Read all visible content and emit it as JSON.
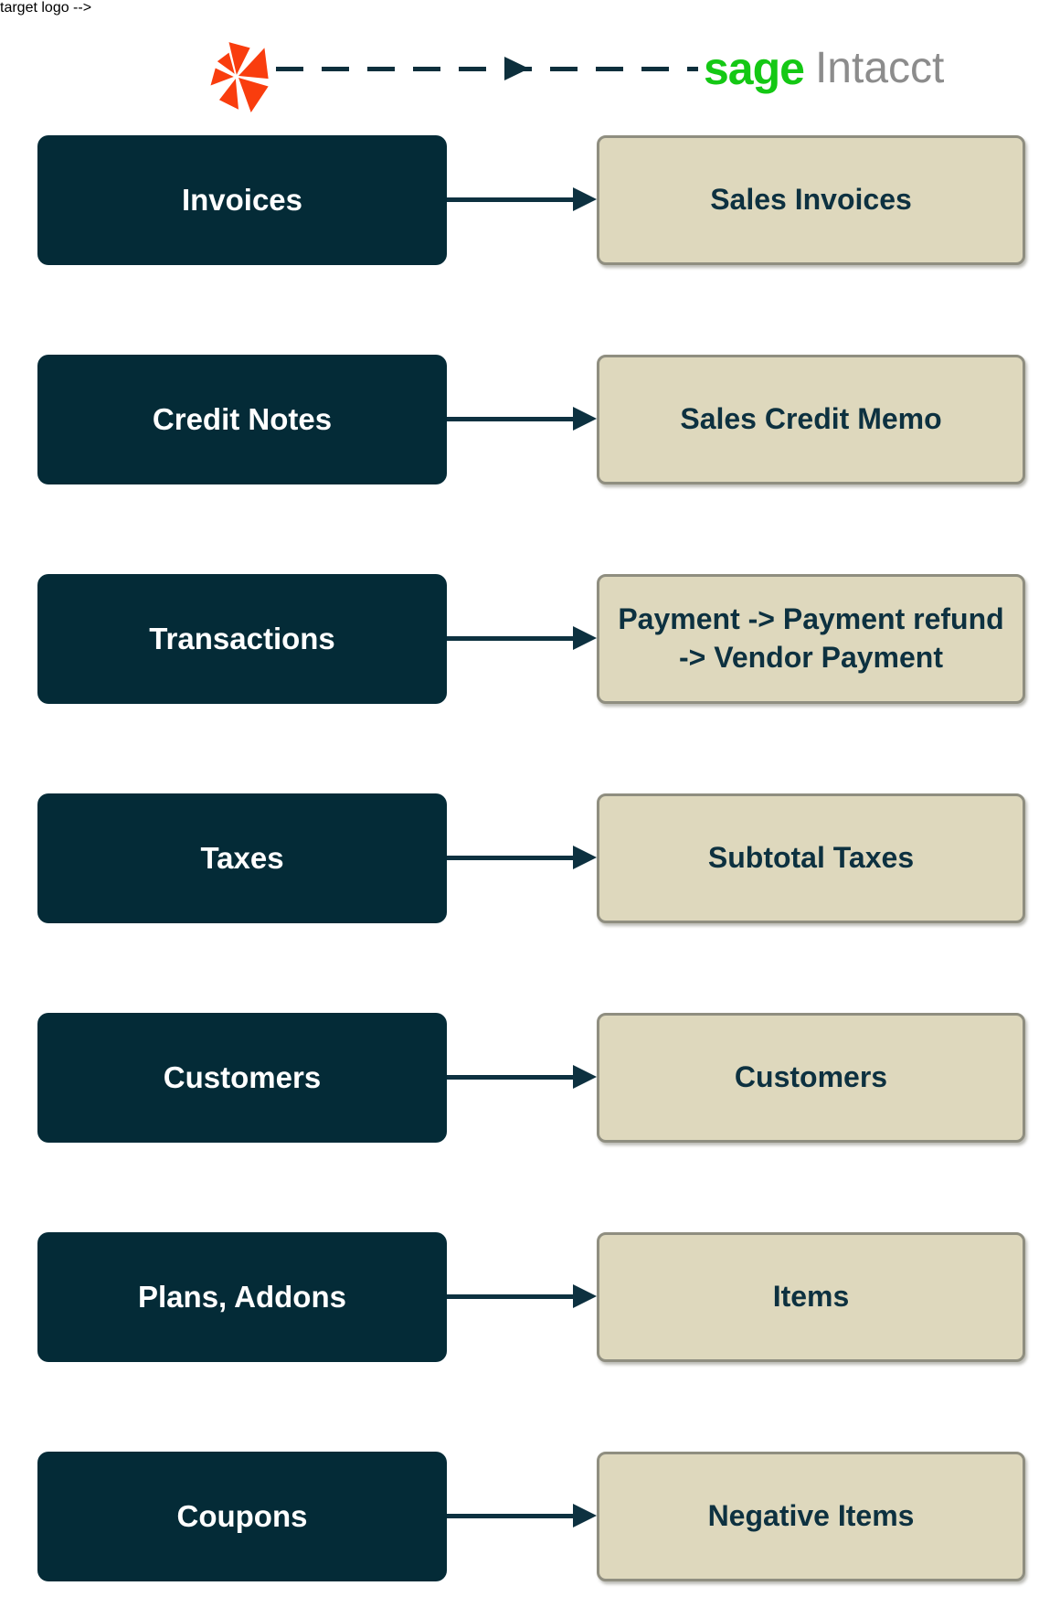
{
  "header": {
    "source_logo": "chargebee-mark",
    "sage_text": "sage",
    "intacct_text": "Intacct"
  },
  "rows": [
    {
      "source": "Invoices",
      "target": "Sales Invoices"
    },
    {
      "source": "Credit Notes",
      "target": "Sales Credit Memo"
    },
    {
      "source": "Transactions",
      "target": "Payment -> Payment refund\n-> Vendor Payment"
    },
    {
      "source": "Taxes",
      "target": "Subtotal Taxes"
    },
    {
      "source": "Customers",
      "target": "Customers"
    },
    {
      "source": "Plans, Addons",
      "target": "Items"
    },
    {
      "source": "Coupons",
      "target": "Negative Items"
    }
  ],
  "colors": {
    "source_box": "#042b37",
    "source_text": "#ffffff",
    "target_box": "#ded8bd",
    "target_border": "#8f8e80",
    "target_text": "#0d3140",
    "arrow_navy": "#0d3140",
    "logo_orange": "#f93d0e",
    "sage_green": "#14c814",
    "intacct_gray": "#8c8c8c"
  }
}
